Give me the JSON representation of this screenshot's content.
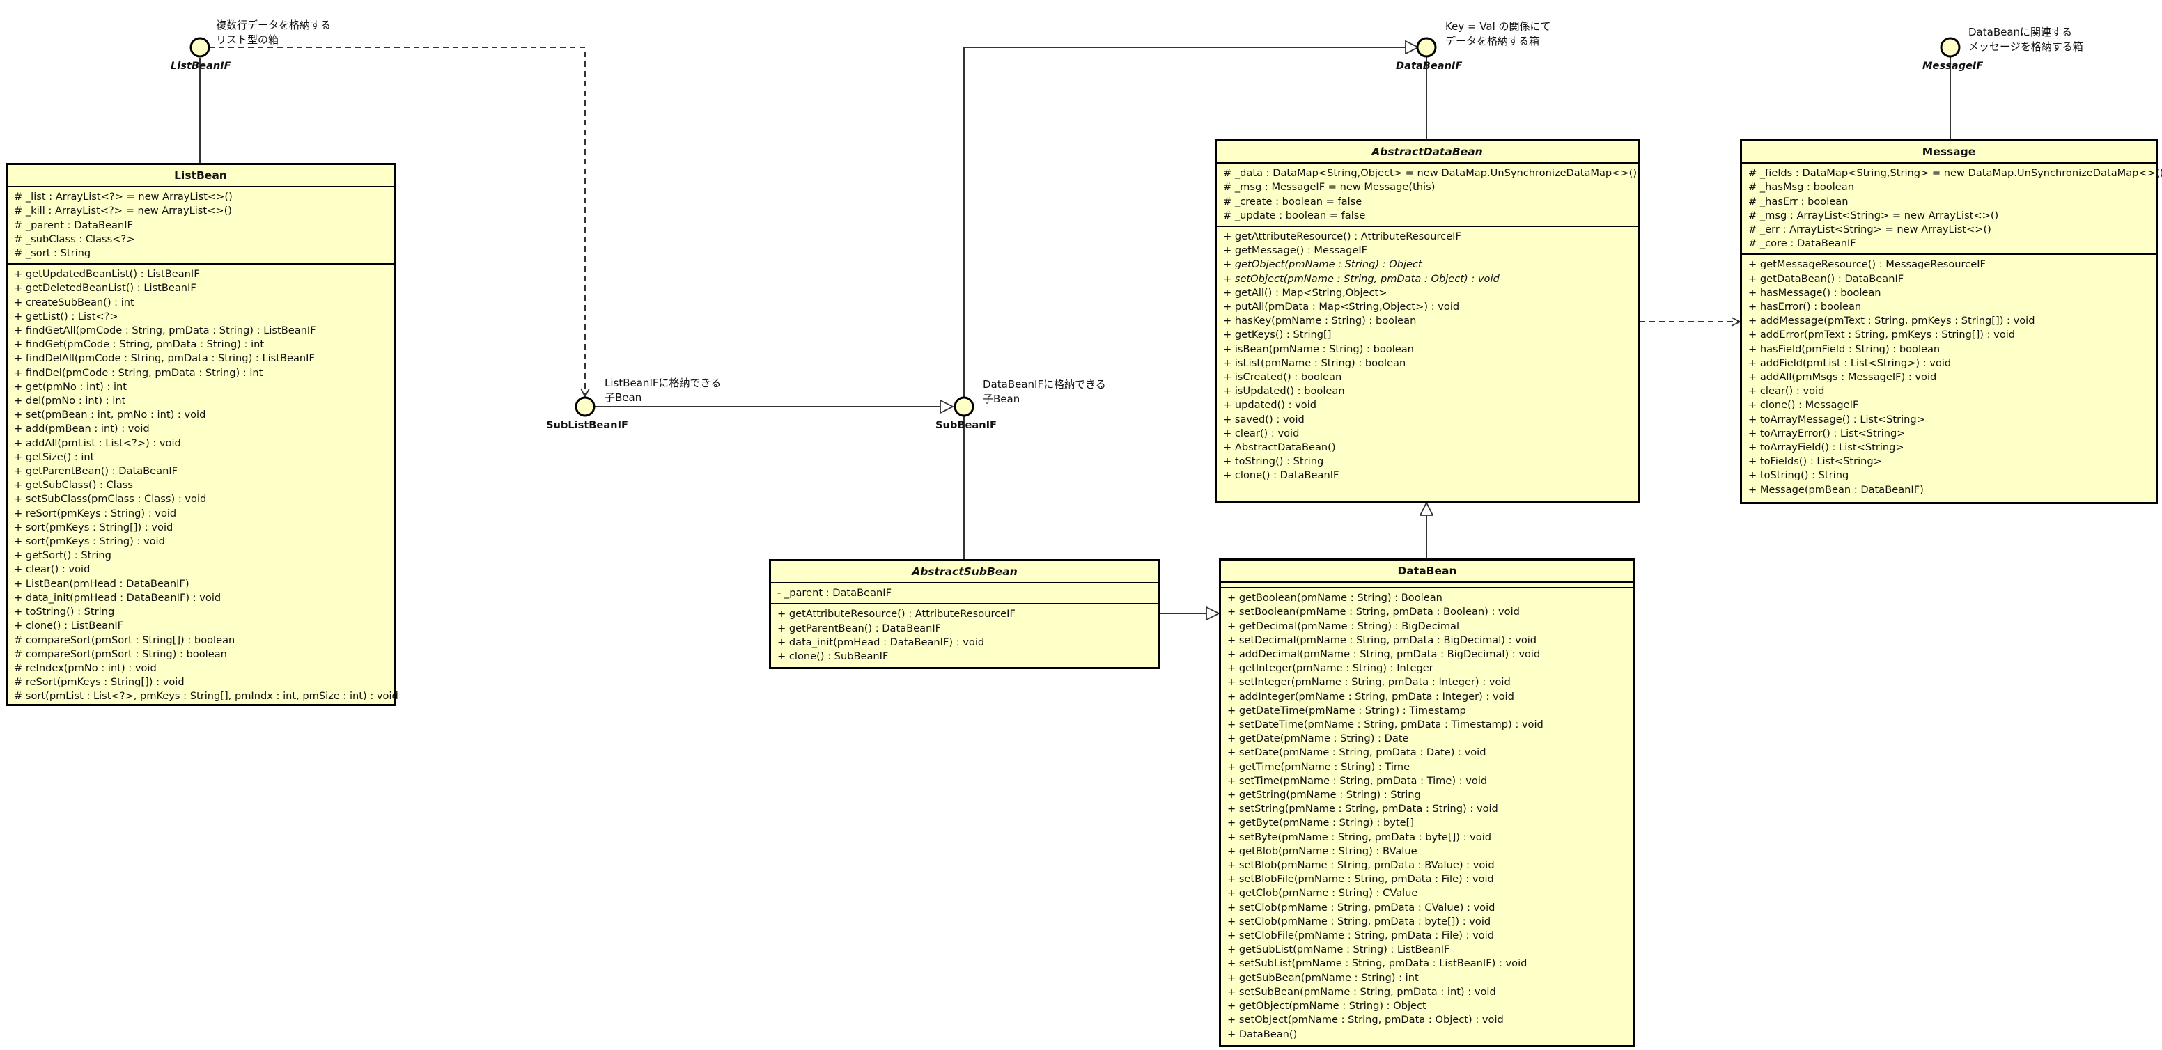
{
  "interfaces": {
    "list_bean_if": {
      "name": "ListBeanIF",
      "note": "複数行データを格納する\nリスト型の箱"
    },
    "data_bean_if": {
      "name": "DataBeanIF",
      "note": "Key = Val の関係にて\nデータを格納する箱"
    },
    "message_if": {
      "name": "MessageIF",
      "note": "DataBeanに関連する\nメッセージを格納する箱"
    },
    "sub_list_bean_if": {
      "name": "SubListBeanIF",
      "note": "ListBeanIFに格納できる\n子Bean"
    },
    "sub_bean_if": {
      "name": "SubBeanIF",
      "note": "DataBeanIFに格納できる\n子Bean"
    }
  },
  "classes": {
    "list_bean": {
      "name": "ListBean",
      "attributes": [
        "# _list : ArrayList<?> = new ArrayList<>()",
        "# _kill : ArrayList<?> = new ArrayList<>()",
        "# _parent : DataBeanIF",
        "# _subClass : Class<?>",
        "# _sort : String"
      ],
      "methods": [
        "+ getUpdatedBeanList() : ListBeanIF",
        "+ getDeletedBeanList() : ListBeanIF",
        "+ createSubBean() : int",
        "+ getList() : List<?>",
        "+ findGetAll(pmCode : String, pmData : String) : ListBeanIF",
        "+ findGet(pmCode : String, pmData : String) : int",
        "+ findDelAll(pmCode : String, pmData : String) : ListBeanIF",
        "+ findDel(pmCode : String, pmData : String) : int",
        "+ get(pmNo : int) : int",
        "+ del(pmNo : int) : int",
        "+ set(pmBean : int, pmNo : int) : void",
        "+ add(pmBean : int) : void",
        "+ addAll(pmList : List<?>) : void",
        "+ getSize() : int",
        "+ getParentBean() : DataBeanIF",
        "+ getSubClass() : Class",
        "+ setSubClass(pmClass : Class) : void",
        "+ reSort(pmKeys : String) : void",
        "+ sort(pmKeys : String[]) : void",
        "+ sort(pmKeys : String) : void",
        "+ getSort() : String",
        "+ clear() : void",
        "+ ListBean(pmHead : DataBeanIF)",
        "+ data_init(pmHead : DataBeanIF) : void",
        "+ toString() : String",
        "+ clone() : ListBeanIF",
        "# compareSort(pmSort : String[]) : boolean",
        "# compareSort(pmSort : String) : boolean",
        "# reIndex(pmNo : int) : void",
        "# reSort(pmKeys : String[]) : void",
        "# sort(pmList : List<?>, pmKeys : String[], pmIndx : int, pmSize : int) : void"
      ]
    },
    "abstract_data_bean": {
      "name": "AbstractDataBean",
      "attributes": [
        "# _data : DataMap<String,Object> = new DataMap.UnSynchronizeDataMap<>()",
        "# _msg : MessageIF = new Message(this)",
        "# _create : boolean = false",
        "# _update : boolean = false"
      ],
      "methods": [
        "+ getAttributeResource() : AttributeResourceIF",
        "+ getMessage() : MessageIF",
        "+ getObject(pmName : String) : Object",
        "+ setObject(pmName : String, pmData : Object) : void",
        "+ getAll() : Map<String,Object>",
        "+ putAll(pmData : Map<String,Object>) : void",
        "+ hasKey(pmName : String) : boolean",
        "+ getKeys() : String[]",
        "+ isBean(pmName : String) : boolean",
        "+ isList(pmName : String) : boolean",
        "+ isCreated() : boolean",
        "+ isUpdated() : boolean",
        "+ updated() : void",
        "+ saved() : void",
        "+ clear() : void",
        "+ AbstractDataBean()",
        "+ toString() : String",
        "+ clone() : DataBeanIF"
      ]
    },
    "message": {
      "name": "Message",
      "attributes": [
        "# _fields : DataMap<String,String> = new DataMap.UnSynchronizeDataMap<>()",
        "# _hasMsg : boolean",
        "# _hasErr : boolean",
        "# _msg : ArrayList<String> = new ArrayList<>()",
        "# _err : ArrayList<String> = new ArrayList<>()",
        "# _core : DataBeanIF"
      ],
      "methods": [
        "+ getMessageResource() : MessageResourceIF",
        "+ getDataBean() : DataBeanIF",
        "+ hasMessage() : boolean",
        "+ hasError() : boolean",
        "+ addMessage(pmText : String, pmKeys : String[]) : void",
        "+ addError(pmText : String, pmKeys : String[]) : void",
        "+ hasField(pmField : String) : boolean",
        "+ addField(pmList : List<String>) : void",
        "+ addAll(pmMsgs : MessageIF) : void",
        "+ clear() : void",
        "+ clone() : MessageIF",
        "+ toArrayMessage() : List<String>",
        "+ toArrayError() : List<String>",
        "+ toArrayField() : List<String>",
        "+ toFields() : List<String>",
        "+ toString() : String",
        "+ Message(pmBean : DataBeanIF)"
      ]
    },
    "abstract_sub_bean": {
      "name": "AbstractSubBean",
      "attributes": [
        "- _parent : DataBeanIF"
      ],
      "methods": [
        "+ getAttributeResource() : AttributeResourceIF",
        "+ getParentBean() : DataBeanIF",
        "+ data_init(pmHead : DataBeanIF) : void",
        "+ clone() : SubBeanIF"
      ]
    },
    "data_bean": {
      "name": "DataBean",
      "attributes": [],
      "methods": [
        "+ getBoolean(pmName : String) : Boolean",
        "+ setBoolean(pmName : String, pmData : Boolean) : void",
        "+ getDecimal(pmName : String) : BigDecimal",
        "+ setDecimal(pmName : String, pmData : BigDecimal) : void",
        "+ addDecimal(pmName : String, pmData : BigDecimal) : void",
        "+ getInteger(pmName : String) : Integer",
        "+ setInteger(pmName : String, pmData : Integer) : void",
        "+ addInteger(pmName : String, pmData : Integer) : void",
        "+ getDateTime(pmName : String) : Timestamp",
        "+ setDateTime(pmName : String, pmData : Timestamp) : void",
        "+ getDate(pmName : String) : Date",
        "+ setDate(pmName : String, pmData : Date) : void",
        "+ getTime(pmName : String) : Time",
        "+ setTime(pmName : String, pmData : Time) : void",
        "+ getString(pmName : String) : String",
        "+ setString(pmName : String, pmData : String) : void",
        "+ getByte(pmName : String) : byte[]",
        "+ setByte(pmName : String, pmData : byte[]) : void",
        "+ getBlob(pmName : String) : BValue",
        "+ setBlob(pmName : String, pmData : BValue) : void",
        "+ setBlobFile(pmName : String, pmData : File) : void",
        "+ getClob(pmName : String) : CValue",
        "+ setClob(pmName : String, pmData : CValue) : void",
        "+ setClob(pmName : String, pmData : byte[]) : void",
        "+ setClobFile(pmName : String, pmData : File) : void",
        "+ getSubList(pmName : String) : ListBeanIF",
        "+ setSubList(pmName : String, pmData : ListBeanIF) : void",
        "+ getSubBean(pmName : String) : int",
        "+ setSubBean(pmName : String, pmData : int) : void",
        "+ getObject(pmName : String) : Object",
        "+ setObject(pmName : String, pmData : Object) : void",
        "+ DataBean()"
      ]
    }
  }
}
